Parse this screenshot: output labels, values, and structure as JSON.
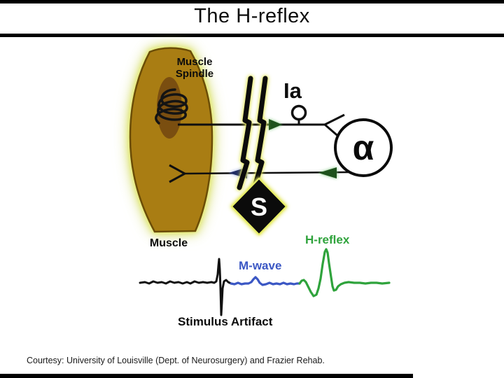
{
  "slide": {
    "title": "The H-reflex",
    "courtesy": "Courtesy: University of Louisville (Dept. of Neurosurgery) and Frazier Rehab."
  },
  "diagram": {
    "muscle_spindle_label_line1": "Muscle",
    "muscle_spindle_label_line2": "Spindle",
    "muscle_label": "Muscle",
    "ia_label": "Ia",
    "alpha_label": "α",
    "stimulus_label": "S",
    "m_wave_label": "M-wave",
    "h_reflex_label": "H-reflex",
    "stimulus_artifact_label": "Stimulus Artifact"
  },
  "colors": {
    "muscle_fill": "#a97d13",
    "muscle_border": "#6b4d07",
    "spindle_fill": "#7a4e10",
    "coil_black": "#141414",
    "bolt_black": "#0b0b0b",
    "diamond_fill": "#0b0b0b",
    "diamond_edge": "#e7ee66",
    "neuron_outline": "#0a0a0a",
    "line_black": "#0f0f0f",
    "arrow_green_dark": "#1e521c",
    "arrow_blue_dark": "#202c63",
    "m_wave_blue": "#3b57c4",
    "h_reflex_green": "#2fa33c",
    "trace_black": "#111111"
  },
  "waveform": {
    "segments": [
      {
        "name": "baseline-stimulus-artifact",
        "color": "#111111",
        "width": 3,
        "points": [
          [
            200,
            404
          ],
          [
            207,
            403
          ],
          [
            213,
            405
          ],
          [
            219,
            402
          ],
          [
            225,
            404
          ],
          [
            231,
            403
          ],
          [
            237,
            405
          ],
          [
            243,
            402
          ],
          [
            249,
            404
          ],
          [
            255,
            403
          ],
          [
            261,
            405
          ],
          [
            267,
            403
          ],
          [
            272,
            405
          ],
          [
            278,
            402
          ],
          [
            284,
            404
          ],
          [
            290,
            403
          ],
          [
            296,
            404
          ],
          [
            302,
            403
          ],
          [
            306,
            404
          ],
          [
            309,
            402
          ],
          [
            311,
            392
          ],
          [
            312,
            380
          ],
          [
            313,
            370
          ],
          [
            314,
            385
          ],
          [
            315,
            412
          ],
          [
            316,
            450
          ],
          [
            317,
            432
          ],
          [
            318,
            412
          ],
          [
            320,
            402
          ],
          [
            323,
            400
          ],
          [
            326,
            403
          ],
          [
            330,
            405
          ]
        ]
      },
      {
        "name": "m-wave",
        "color": "#3b57c4",
        "width": 3.2,
        "points": [
          [
            330,
            405
          ],
          [
            335,
            406
          ],
          [
            340,
            404
          ],
          [
            345,
            406
          ],
          [
            350,
            405
          ],
          [
            355,
            405
          ],
          [
            359,
            403
          ],
          [
            362,
            399
          ],
          [
            365,
            396
          ],
          [
            368,
            399
          ],
          [
            371,
            404
          ],
          [
            375,
            407
          ],
          [
            380,
            406
          ],
          [
            385,
            404
          ],
          [
            390,
            406
          ],
          [
            395,
            405
          ],
          [
            400,
            406
          ],
          [
            405,
            404
          ],
          [
            410,
            406
          ],
          [
            415,
            405
          ],
          [
            420,
            406
          ],
          [
            424,
            405
          ],
          [
            428,
            405
          ]
        ]
      },
      {
        "name": "h-reflex",
        "color": "#2fa33c",
        "width": 3.2,
        "points": [
          [
            428,
            405
          ],
          [
            431,
            401
          ],
          [
            434,
            400
          ],
          [
            437,
            403
          ],
          [
            440,
            409
          ],
          [
            444,
            417
          ],
          [
            448,
            423
          ],
          [
            452,
            421
          ],
          [
            455,
            412
          ],
          [
            458,
            398
          ],
          [
            461,
            377
          ],
          [
            464,
            360
          ],
          [
            466,
            356
          ],
          [
            468,
            361
          ],
          [
            470,
            376
          ],
          [
            473,
            396
          ],
          [
            475,
            409
          ],
          [
            477,
            415
          ],
          [
            480,
            414
          ],
          [
            483,
            409
          ],
          [
            487,
            406
          ],
          [
            492,
            404
          ],
          [
            498,
            403
          ],
          [
            506,
            404
          ],
          [
            514,
            404
          ],
          [
            522,
            405
          ],
          [
            530,
            404
          ],
          [
            538,
            404
          ],
          [
            546,
            405
          ],
          [
            556,
            404
          ]
        ]
      }
    ]
  }
}
